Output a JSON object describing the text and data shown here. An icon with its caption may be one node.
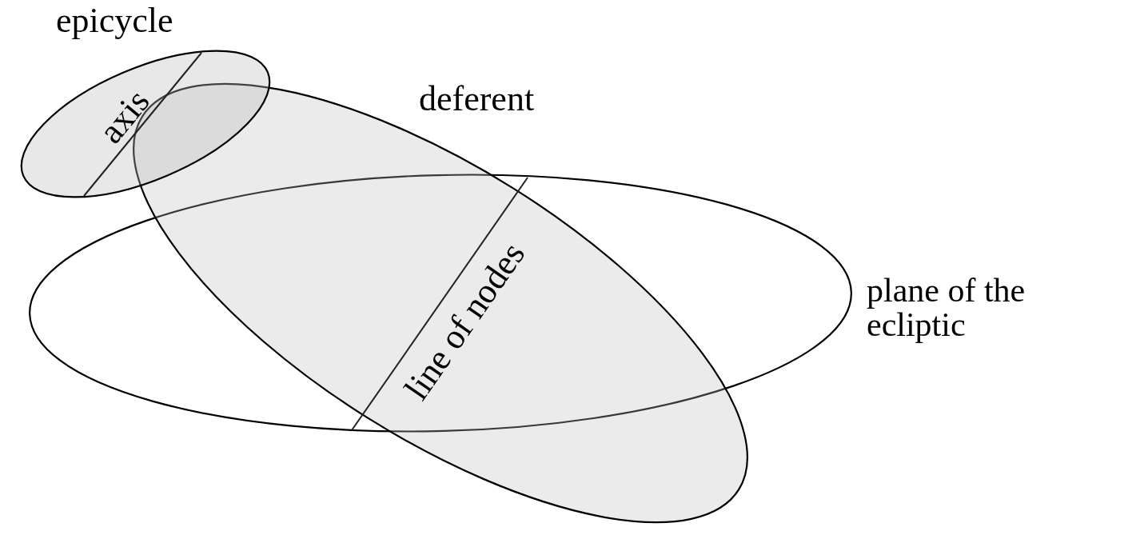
{
  "diagram": {
    "nodes": [
      {
        "text": [
          "epicycle"
        ]
      },
      {
        "text": [
          "deferent"
        ]
      },
      {
        "text": [
          "plane of the ecliptic"
        ]
      }
    ],
    "labels": [
      "axis",
      "line of nodes"
    ]
  }
}
